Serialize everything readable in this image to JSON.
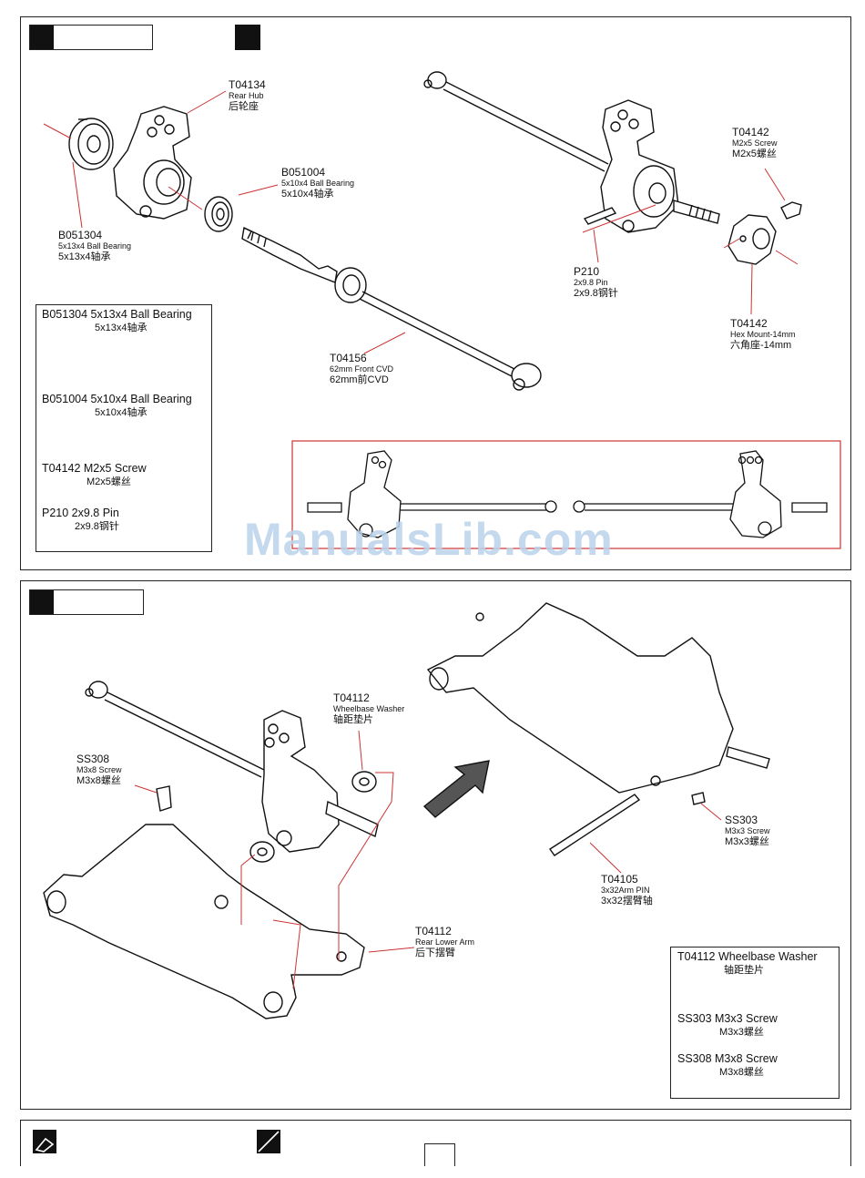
{
  "watermark": "ManualsLib.com",
  "step1": {
    "labels": {
      "t04134": {
        "code": "T04134",
        "en": "Rear Hub",
        "zh": "后轮座"
      },
      "b051004": {
        "code": "B051004",
        "en": "5x10x4 Ball Bearing",
        "zh": "5x10x4轴承"
      },
      "b051304": {
        "code": "B051304",
        "en": "5x13x4 Ball Bearing",
        "zh": "5x13x4轴承"
      },
      "t04156": {
        "code": "T04156",
        "en": "62mm Front CVD",
        "zh": "62mm前CVD"
      },
      "t04142_screw": {
        "code": "T04142",
        "en": "M2x5 Screw",
        "zh": "M2x5螺丝"
      },
      "p210": {
        "code": "P210",
        "en": "2x9.8 Pin",
        "zh": "2x9.8钢针"
      },
      "t04142_hex": {
        "code": "T04142",
        "en": "Hex Mount-14mm",
        "zh": "六角座-14mm"
      }
    },
    "legend": [
      {
        "title": "B051304 5x13x4 Ball Bearing",
        "sub": "5x13x4轴承"
      },
      {
        "title": "B051004 5x10x4 Ball Bearing",
        "sub": "5x10x4轴承"
      },
      {
        "title": "T04142 M2x5 Screw",
        "sub": "M2x5螺丝"
      },
      {
        "title": "P210 2x9.8 Pin",
        "sub": "2x9.8钢针"
      }
    ]
  },
  "step2": {
    "labels": {
      "t04112_washer": {
        "code": "T04112",
        "en": "Wheelbase Washer",
        "zh": "轴距垫片"
      },
      "ss308": {
        "code": "SS308",
        "en": "M3x8 Screw",
        "zh": "M3x8螺丝"
      },
      "t04112_arm": {
        "code": "T04112",
        "en": "Rear Lower Arm",
        "zh": "后下摆臂"
      },
      "ss303": {
        "code": "SS303",
        "en": "M3x3 Screw",
        "zh": "M3x3螺丝"
      },
      "t04105": {
        "code": "T04105",
        "en": "3x32Arm PIN",
        "zh": "3x32摆臂轴"
      }
    },
    "legend": [
      {
        "title": "T04112 Wheelbase Washer",
        "sub": "轴距垫片"
      },
      {
        "title": "SS303 M3x3 Screw",
        "sub": "M3x3螺丝"
      },
      {
        "title": "SS308 M3x8 Screw",
        "sub": "M3x8螺丝"
      }
    ]
  }
}
